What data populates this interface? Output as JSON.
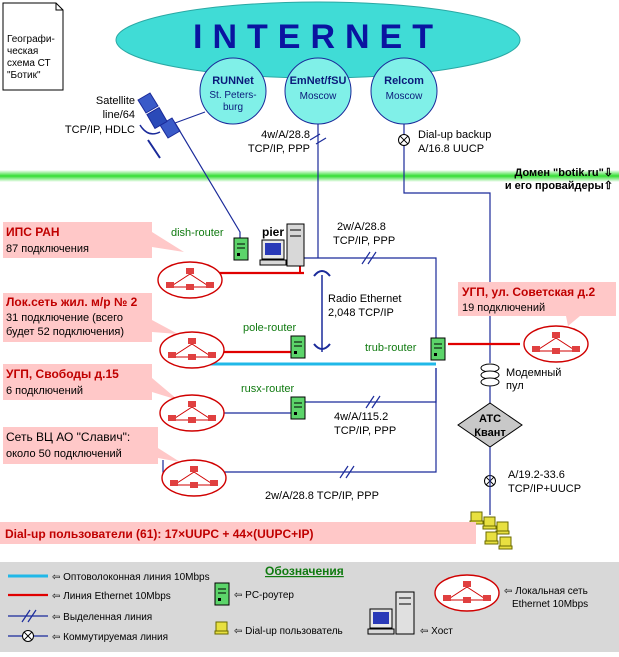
{
  "note": [
    "Географи-",
    "ческая",
    "схема СТ",
    "\"Ботик\""
  ],
  "internet": {
    "title": "INTERNET",
    "providers": [
      {
        "name": "RUNNet",
        "sub": [
          "St. Peters-",
          "burg"
        ]
      },
      {
        "name": "EmNet/fSU",
        "sub": [
          "Moscow"
        ]
      },
      {
        "name": "Relcom",
        "sub": [
          "Moscow"
        ]
      }
    ]
  },
  "satellite": [
    "Satellite",
    "line/64",
    "TCP/IP, HDLC"
  ],
  "link_emnet": [
    "4w/A/28.8",
    "TCP/IP, PPP"
  ],
  "link_relcom": [
    "Dial-up backup",
    "A/16.8 UUCP"
  ],
  "domain": [
    "Домен \"botik.ru\"⇩",
    "и его провайдеры⇧"
  ],
  "routers": {
    "dish": "dish-router",
    "pier": "pier",
    "pole": "pole-router",
    "rusx": "rusx-router",
    "trub": "trub-router"
  },
  "link_pier_trub": [
    "2w/A/28.8",
    "TCP/IP, PPP"
  ],
  "radio": [
    "Radio Ethernet",
    "2,048 TCP/IP"
  ],
  "link_rusx": [
    "4w/A/115.2",
    "TCP/IP, PPP"
  ],
  "link_bottom": "2w/A/28.8 TCP/IP, PPP",
  "sites": [
    {
      "title": "ИПС РАН",
      "desc": [
        "87 подключения"
      ]
    },
    {
      "title": "Лок.сеть жил. м/р № 2",
      "desc": [
        "31 подключение (всего",
        "будет 52 подключения)"
      ]
    },
    {
      "title": "УГП, Свободы д.15",
      "desc": [
        "6 подключений"
      ]
    },
    {
      "title": "Сеть ВЦ АО \"Славич\":",
      "desc": [
        "около 50 подключений"
      ]
    }
  ],
  "ugp_sovetskaya": {
    "title": "УГП, ул. Советская д.2",
    "desc": "19 подключений"
  },
  "modem_pool": [
    "Модемный",
    "пул"
  ],
  "ats": [
    "АТС",
    "Квант"
  ],
  "link_ats": [
    "A/19.2-33.6",
    "TCP/IP+UUCP"
  ],
  "dialup_bar": "Dial-up пользователи (61):  17×UUPC + 44×(UUPC+IP)",
  "legend": {
    "title": "Обозначения",
    "fiber": "⇦ Оптоволоконная линия 10Mbps",
    "ethernet": "⇦ Линия Ethernet 10Mbps",
    "leased": "⇦ Выделенная линия",
    "switched": "⇦ Коммутируемая линия",
    "pc_router": "⇦ PC-роутер",
    "dialup_user": "⇦ Dial-up пользователь",
    "host": "⇦ Хост",
    "lan": [
      "⇦ Локальная сеть",
      "Ethernet 10Mbps"
    ]
  },
  "colors": {
    "internet_fill": "#3fe0d8",
    "provider_fill": "#7df0e8",
    "title_blue": "#0a14a0",
    "site_label_bg": "#ffc8c8",
    "router_green": "#4cd060",
    "fiber_cyan": "#20b8e8",
    "ethernet_red": "#e00000",
    "line_blue": "#1a2a9a",
    "dialup_yellow": "#e8e040",
    "band_green": "#40e040"
  }
}
